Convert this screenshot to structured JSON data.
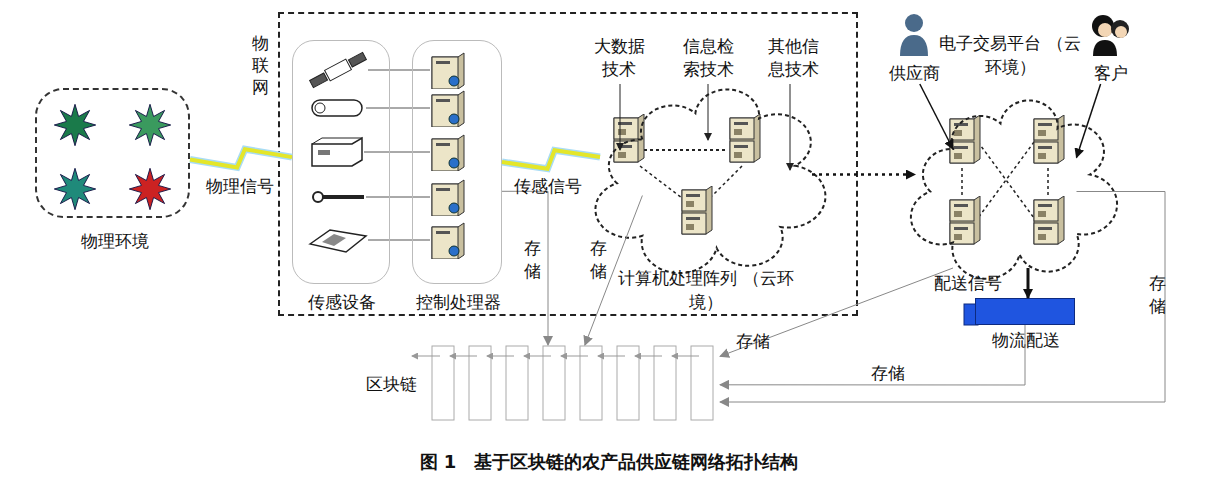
{
  "diagram": {
    "caption": "图 1　基于区块链的农产品供应链网络拓扑结构",
    "nodes": [
      {
        "text": [
          "物理环境"
        ]
      },
      {
        "text": [
          "物联网"
        ]
      },
      {
        "text": [
          "传感设备"
        ],
        "in": 1
      },
      {
        "text": [
          "控制处理器"
        ],
        "in": 1
      },
      {
        "text": [
          "计算机处理阵列 （云环境）"
        ],
        "in": 1
      },
      {
        "text": [
          "电子交易平台 （云环境）"
        ]
      },
      {
        "text": [
          "物流配送"
        ]
      },
      {
        "text": [
          "区块链"
        ]
      },
      {
        "text": [
          "供应商"
        ]
      },
      {
        "text": [
          "客户"
        ]
      }
    ],
    "edges": [
      {
        "from": 0,
        "to": 2,
        "arrow": "none",
        "label": "物理信号"
      },
      {
        "from": 3,
        "to": 4,
        "arrow": "none",
        "label": "传感信号"
      },
      {
        "from": 4,
        "to": 5,
        "arrow": "to"
      },
      {
        "from": 3,
        "to": 7,
        "arrow": "to",
        "label": "存储"
      },
      {
        "from": 4,
        "to": 7,
        "arrow": "to",
        "label": "存储"
      },
      {
        "from": 5,
        "to": 6,
        "arrow": "to",
        "label": "配送信号"
      },
      {
        "from": 5,
        "to": 7,
        "arrow": "to",
        "label": "存储"
      },
      {
        "from": 6,
        "to": 7,
        "arrow": "to",
        "label": "存储"
      },
      {
        "from": 5,
        "to": 7,
        "arrow": "to",
        "label": "存储"
      },
      {
        "from": 8,
        "to": 5,
        "arrow": "to"
      },
      {
        "from": 9,
        "to": 5,
        "arrow": "to"
      }
    ],
    "labels": [
      "大数据 技术",
      "信息检 索技术",
      "其他信 息技术"
    ]
  }
}
